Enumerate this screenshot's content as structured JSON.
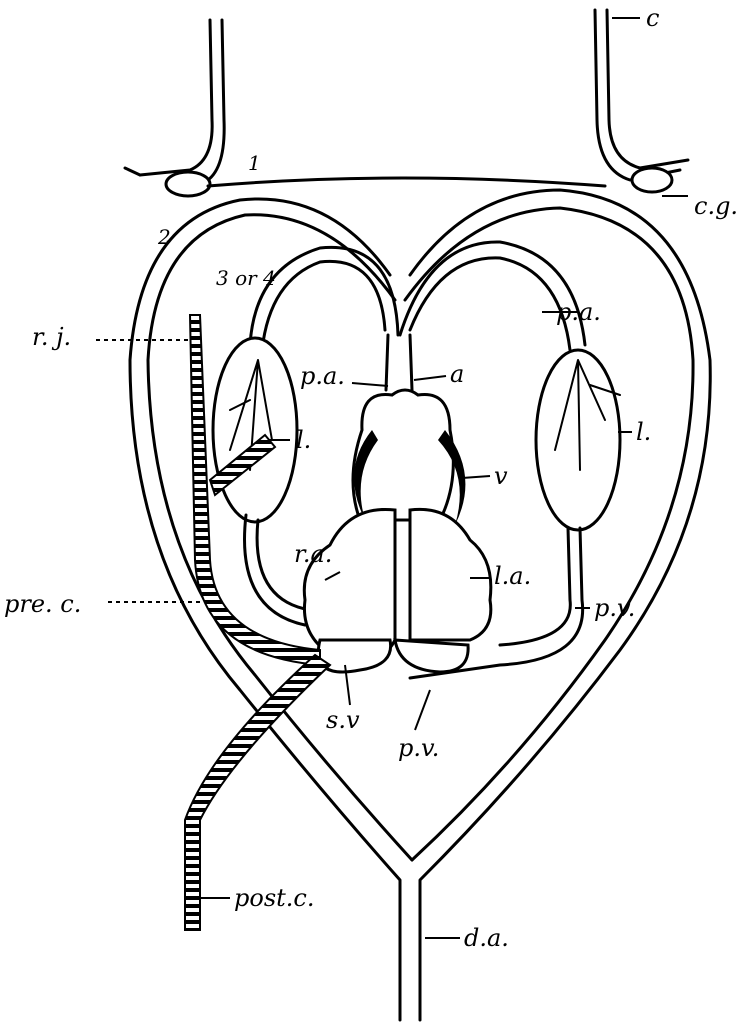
{
  "labels": {
    "c": "c",
    "cg": "c.g.",
    "one": "1",
    "two": "2",
    "three_or_four": "3 or 4",
    "rj": "r. j.",
    "pa_right": "p.a.",
    "pa_center": "p.a.",
    "a": "a",
    "l_left": "l.",
    "l_right": "l.",
    "v": "v",
    "ra": "r.a.",
    "la": "l.a.",
    "prec": "pre. c.",
    "pv_right": "p.v.",
    "sv": "s.v",
    "pv_bottom": "p.v.",
    "postc": "post.c.",
    "da": "d.a."
  }
}
